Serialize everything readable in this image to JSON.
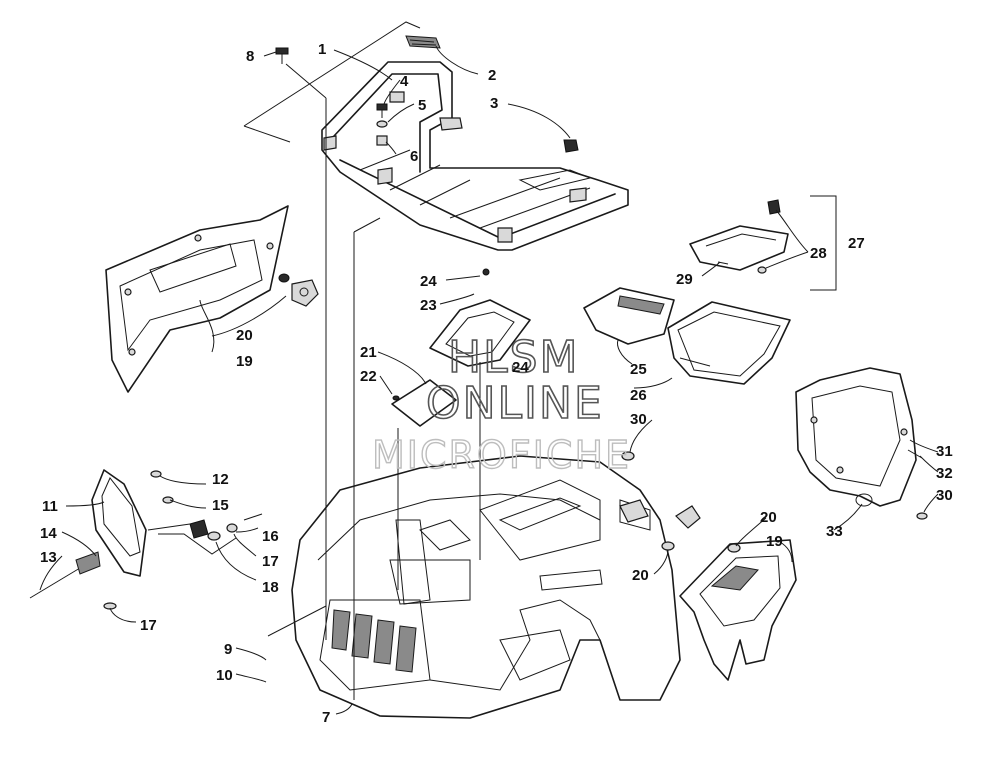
{
  "watermark": {
    "line1": "HLSM",
    "line2": "ONLINE",
    "line3": "MICROFICHE"
  },
  "callouts": [
    {
      "id": "c1",
      "text": "1"
    },
    {
      "id": "c2",
      "text": "2"
    },
    {
      "id": "c3",
      "text": "3"
    },
    {
      "id": "c4",
      "text": "4"
    },
    {
      "id": "c5",
      "text": "5"
    },
    {
      "id": "c6",
      "text": "6"
    },
    {
      "id": "c7",
      "text": "7"
    },
    {
      "id": "c8",
      "text": "8"
    },
    {
      "id": "c9",
      "text": "9"
    },
    {
      "id": "c10",
      "text": "10"
    },
    {
      "id": "c11",
      "text": "11"
    },
    {
      "id": "c12",
      "text": "12"
    },
    {
      "id": "c13",
      "text": "13"
    },
    {
      "id": "c14",
      "text": "14"
    },
    {
      "id": "c15",
      "text": "15"
    },
    {
      "id": "c16",
      "text": "16"
    },
    {
      "id": "c17a",
      "text": "17"
    },
    {
      "id": "c17b",
      "text": "17"
    },
    {
      "id": "c18",
      "text": "18"
    },
    {
      "id": "c19a",
      "text": "19"
    },
    {
      "id": "c19b",
      "text": "19"
    },
    {
      "id": "c20a",
      "text": "20"
    },
    {
      "id": "c20b",
      "text": "20"
    },
    {
      "id": "c20c",
      "text": "20"
    },
    {
      "id": "c21",
      "text": "21"
    },
    {
      "id": "c22",
      "text": "22"
    },
    {
      "id": "c23",
      "text": "23"
    },
    {
      "id": "c24a",
      "text": "24"
    },
    {
      "id": "c24b",
      "text": "24"
    },
    {
      "id": "c25",
      "text": "25"
    },
    {
      "id": "c26",
      "text": "26"
    },
    {
      "id": "c27",
      "text": "27"
    },
    {
      "id": "c28",
      "text": "28"
    },
    {
      "id": "c29",
      "text": "29"
    },
    {
      "id": "c30a",
      "text": "30"
    },
    {
      "id": "c30b",
      "text": "30"
    },
    {
      "id": "c31",
      "text": "31"
    },
    {
      "id": "c32",
      "text": "32"
    },
    {
      "id": "c33",
      "text": "33"
    }
  ]
}
